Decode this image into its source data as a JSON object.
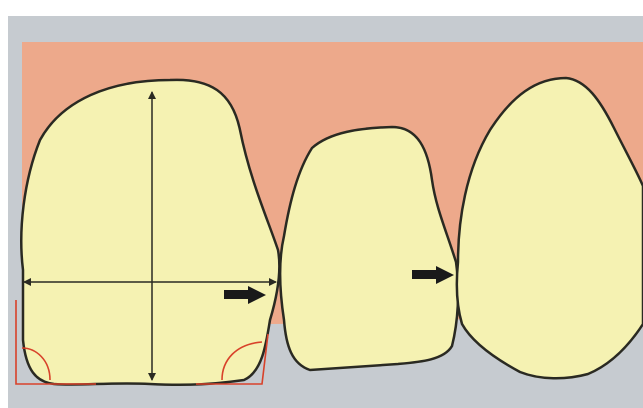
{
  "figure": {
    "colors": {
      "page_background": "#ffffff",
      "border_gray": "#c6cbd0",
      "gingiva": "#eda98b",
      "tooth_fill": "#f5f2b2",
      "tooth_outline": "#2a2a22",
      "measure_lines": "#2a2a22",
      "contact_arrows": "#1a1a1a",
      "corner_guides": "#d8422a"
    },
    "teeth": [
      {
        "name": "central-incisor"
      },
      {
        "name": "lateral-incisor"
      },
      {
        "name": "canine"
      }
    ],
    "annotations": {
      "measurements": [
        "crown-length-line",
        "crown-width-line"
      ],
      "contact_arrows": [
        "central-lateral-contact",
        "lateral-canine-contact"
      ],
      "corner_guides": [
        "mesial-incisal-angle",
        "distal-incisal-angle"
      ]
    }
  }
}
